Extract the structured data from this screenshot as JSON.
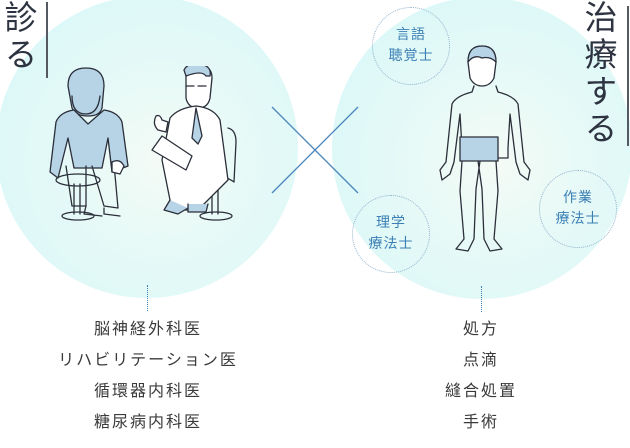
{
  "diagnose": {
    "title": "診る",
    "illustration": "doctor-patient-consultation",
    "roles": [
      "脳神経外科医",
      "リハビリテーション医",
      "循環器内科医",
      "糖尿病内科医"
    ]
  },
  "treat": {
    "title": "治療する",
    "illustration": "human-body-front",
    "badges": [
      {
        "line1": "言語",
        "line2": "聴覚士"
      },
      {
        "line1": "理学",
        "line2": "療法士"
      },
      {
        "line1": "作業",
        "line2": "療法士"
      }
    ],
    "actions": [
      "処方",
      "点滴",
      "縫合処置",
      "手術"
    ]
  },
  "connector": {
    "symbol": "cross-icon"
  },
  "colors": {
    "circle_fill": "#d8f8f7",
    "accent_blue": "#3b7fb4",
    "title_text": "#2d3340",
    "list_text": "#3a3a3a",
    "clothing_fill": "#b7d3e6",
    "line_art": "#2b2f3a"
  }
}
